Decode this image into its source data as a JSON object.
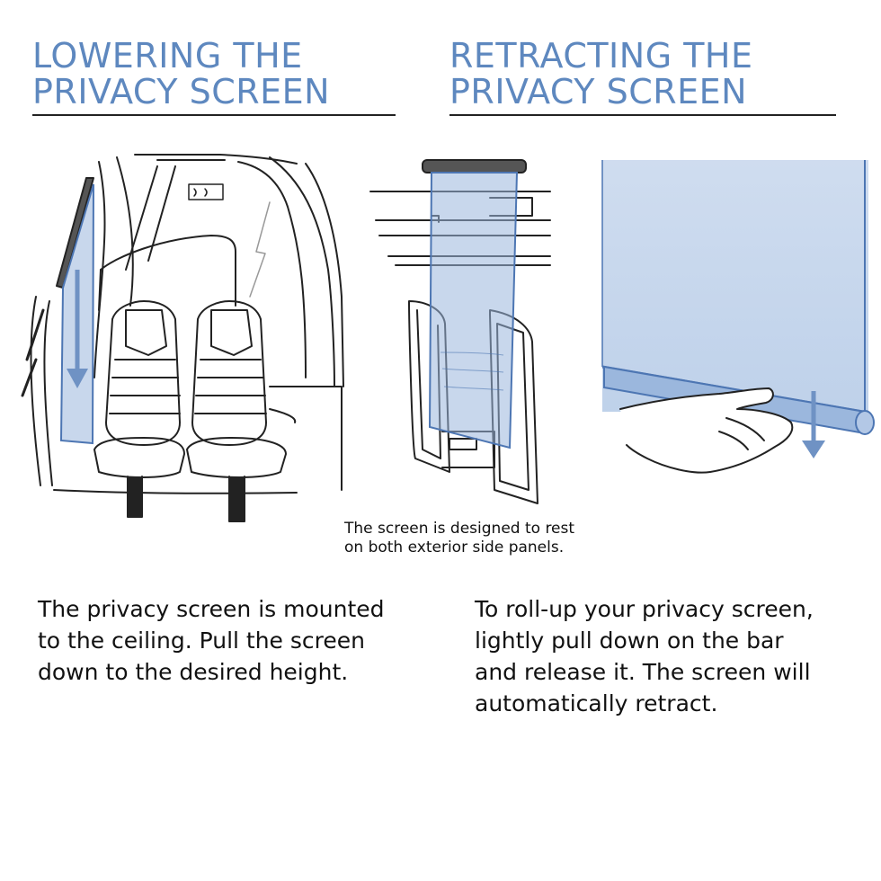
{
  "left": {
    "title_lines": [
      "LOWERING THE",
      "PRIVACY SCREEN"
    ],
    "instruction_lines": [
      "The privacy screen is mounted",
      "to the ceiling. Pull the screen",
      "down to the desired height."
    ]
  },
  "right": {
    "title_lines": [
      "RETRACTING THE",
      "PRIVACY SCREEN"
    ],
    "instruction_lines": [
      "To roll-up your privacy screen,",
      "lightly pull down on the bar",
      "and release it. The screen will",
      "automatically retract."
    ]
  },
  "middle_caption_lines": [
    "The screen is designed to rest",
    "on both exterior side panels."
  ],
  "colors": {
    "heading": "#5e88bf",
    "screen_fill": "#9bb7dd",
    "screen_edge": "#4d76b3",
    "arrow": "#6f92c4",
    "ink": "#222222"
  },
  "icons": {
    "down_arrow": "down-arrow-icon"
  }
}
